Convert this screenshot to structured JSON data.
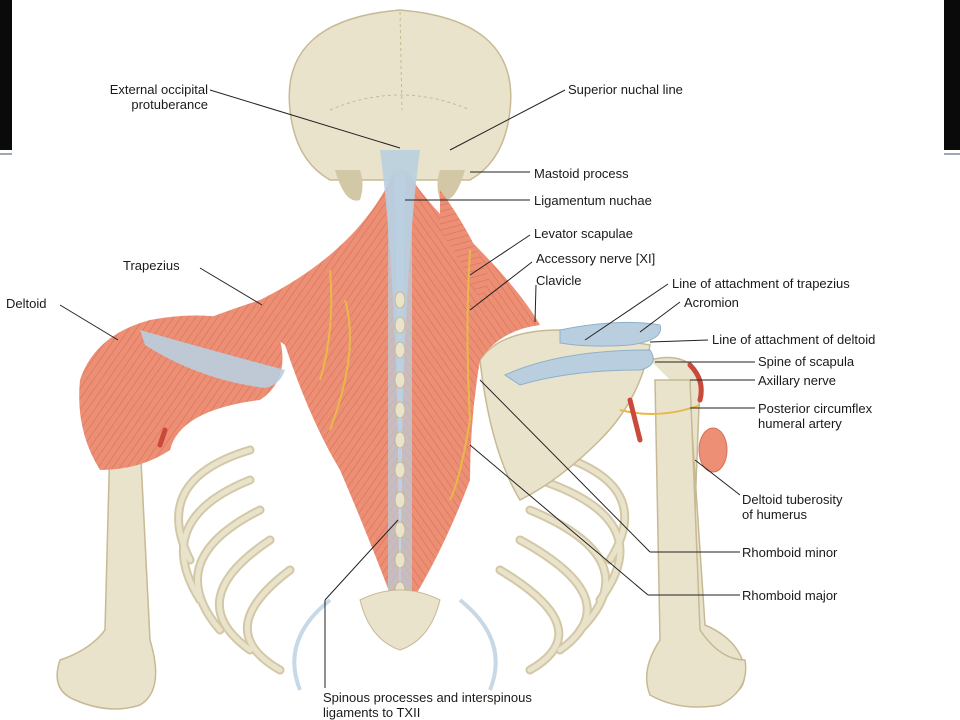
{
  "labels": {
    "external_occipital": "External occipital\nprotuberance",
    "superior_nuchal": "Superior nuchal line",
    "mastoid": "Mastoid process",
    "lig_nuchae": "Ligamentum nuchae",
    "levator": "Levator scapulae",
    "accessory": "Accessory nerve [XI]",
    "clavicle": "Clavicle",
    "trapezius": "Trapezius",
    "deltoid": "Deltoid",
    "line_trap": "Line of attachment of trapezius",
    "acromion": "Acromion",
    "line_delt": "Line of attachment of deltoid",
    "spine_scap": "Spine of scapula",
    "axillary": "Axillary nerve",
    "post_circ": "Posterior circumflex\nhumeral artery",
    "delt_tub": "Deltoid tuberosity\nof humerus",
    "rhomb_minor": "Rhomboid minor",
    "rhomb_major": "Rhomboid major",
    "spinous": "Spinous processes and interspinous\nligaments to TXII"
  },
  "colors": {
    "bone": "#eae3cc",
    "bone_shade": "#d3c8a6",
    "muscle": "#ec8f74",
    "muscle_dark": "#d8705a",
    "ligament": "#b9cfe0",
    "nerve": "#e9b848",
    "artery": "#c9493b"
  }
}
